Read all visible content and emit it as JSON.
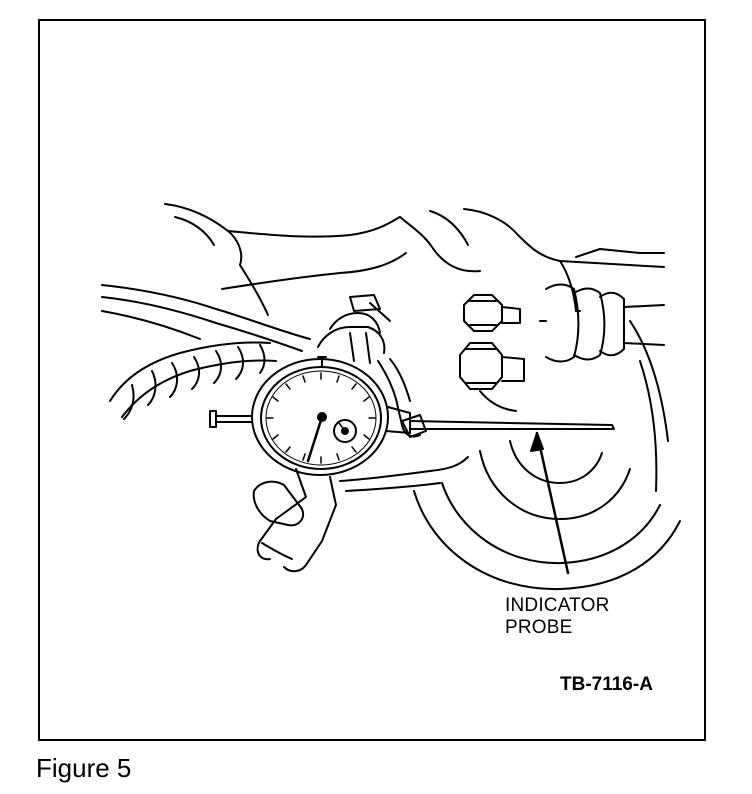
{
  "callout": {
    "line1": "INDICATOR",
    "line2": "PROBE"
  },
  "figure_code": "TB-7116-A",
  "caption": "Figure 5"
}
